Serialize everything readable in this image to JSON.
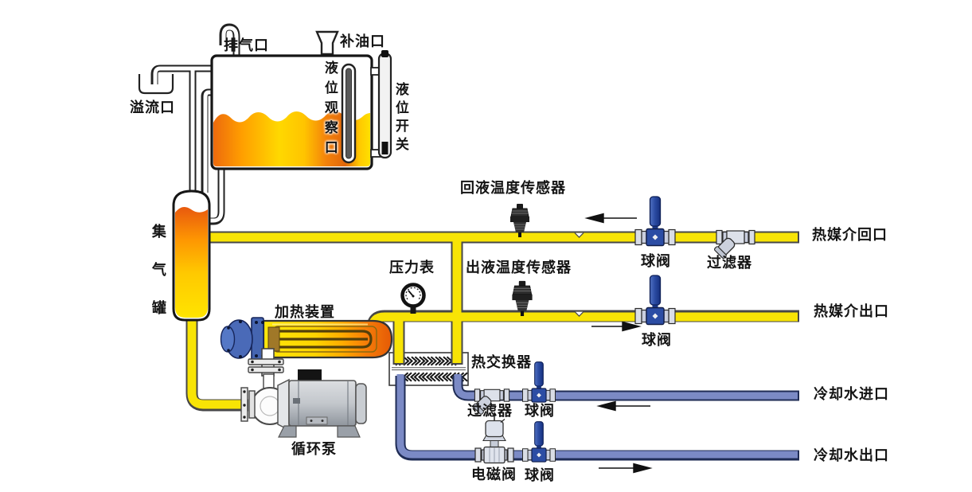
{
  "labels": {
    "vent_port": "排气口",
    "oil_fill_port": "补油口",
    "overflow_port": "溢流口",
    "level_sight_glass": "液位观察口",
    "level_switch": "液位开关",
    "gas_collector_tank": "集气罐",
    "return_temp_sensor": "回液温度传感器",
    "outlet_temp_sensor": "出液温度传感器",
    "pressure_gauge": "压力表",
    "heater": "加热装置",
    "circulation_pump": "循环泵",
    "heat_exchanger": "热交换器",
    "ball_valve_hot_return": "球阀",
    "ball_valve_hot_outlet": "球阀",
    "ball_valve_cooling_inlet": "球阀",
    "ball_valve_cooling_outlet": "球阀",
    "filter_hot_return": "过滤器",
    "filter_cooling_inlet": "过滤器",
    "solenoid_valve": "电磁阀",
    "port_hot_medium_return": "热媒介回口",
    "port_hot_medium_outlet": "热媒介出口",
    "port_cooling_water_inlet": "冷却水进口",
    "port_cooling_water_outlet": "冷却水出口"
  },
  "colors": {
    "hot_oil_pipe": "#f8e405",
    "cooling_water_pipe": "#7b8ac5",
    "valve_handle_blue": "#2c4da4",
    "oil_orange": "#ed6a0d",
    "oil_yellow": "#ffe400",
    "heater_head_blue": "#4a6ab8",
    "motor_gray": "#c3c7cc",
    "pipe_outline": "#474747"
  }
}
